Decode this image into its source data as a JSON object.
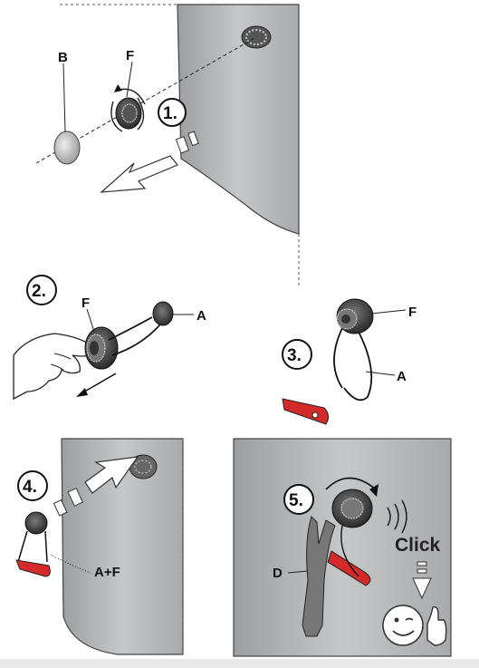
{
  "labels": {
    "b": "B",
    "f_top": "F",
    "f_mid": "F",
    "a_mid": "A",
    "f_right": "F",
    "a_right": "A",
    "af": "A+F",
    "d": "D"
  },
  "steps": [
    "1.",
    "2.",
    "3.",
    "4.",
    "5."
  ],
  "click_text": "Click",
  "colors": {
    "panel": "#b9babc",
    "red_part": "#d42a2a",
    "outline": "#333333"
  },
  "icons": [
    "arrow-icon",
    "thumbs-up-smiley-icon",
    "sound-waves-icon",
    "rotation-arrow-icon",
    "hand-icon"
  ]
}
